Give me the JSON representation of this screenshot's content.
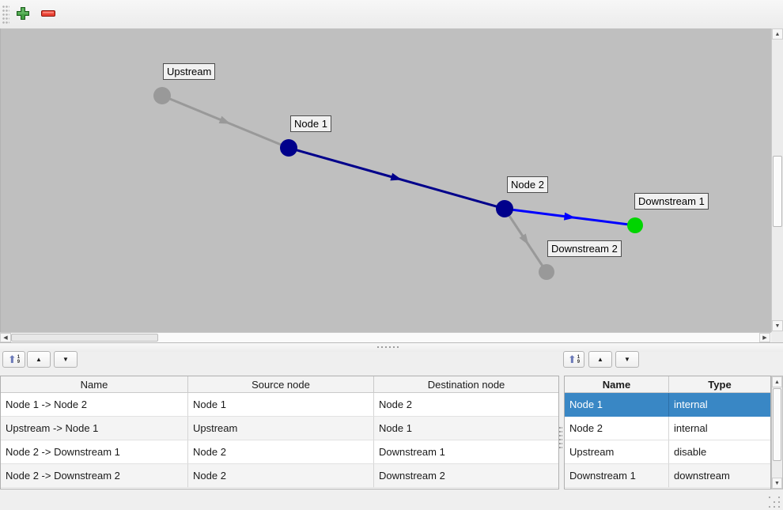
{
  "main_toolbar": {
    "buttons": [
      {
        "icon": "plus-icon",
        "action": "add"
      },
      {
        "icon": "minus-icon",
        "action": "remove"
      }
    ]
  },
  "graph": {
    "nodes": [
      {
        "label": "Upstream",
        "color": "#999999"
      },
      {
        "label": "Node 1",
        "color": "#00008b"
      },
      {
        "label": "Node 2",
        "color": "#00008b"
      },
      {
        "label": "Downstream 1",
        "color": "#00d500"
      },
      {
        "label": "Downstream 2",
        "color": "#999999"
      }
    ],
    "edges": [
      {
        "name": "Upstream -> Node 1",
        "color": "#999999"
      },
      {
        "name": "Node 1 -> Node 2",
        "color": "#00008b"
      },
      {
        "name": "Node 2 -> Downstream 1",
        "color": "#0000ff"
      },
      {
        "name": "Node 2 -> Downstream 2",
        "color": "#999999"
      }
    ]
  },
  "tables": {
    "edges": {
      "columns": [
        "Name",
        "Source node",
        "Destination node"
      ],
      "rows": [
        [
          "Node 1 -> Node 2",
          "Node 1",
          "Node 2"
        ],
        [
          "Upstream -> Node 1",
          "Upstream",
          "Node 1"
        ],
        [
          "Node 2 -> Downstream 1",
          "Node 2",
          "Downstream 1"
        ],
        [
          "Node 2 -> Downstream 2",
          "Node 2",
          "Downstream 2"
        ]
      ]
    },
    "nodes": {
      "columns": [
        "Name",
        "Type"
      ],
      "rows": [
        [
          "Node 1",
          "internal"
        ],
        [
          "Node 2",
          "internal"
        ],
        [
          "Upstream",
          "disable"
        ],
        [
          "Downstream 1",
          "downstream"
        ]
      ],
      "selected_index": 0
    }
  },
  "table_toolbar": {
    "sort_arrow": "⬆",
    "sort_digit_top": "1",
    "sort_digit_bottom": "9",
    "up_glyph": "▲",
    "down_glyph": "▼"
  },
  "scrollbars": {
    "up": "▲",
    "down": "▼",
    "left": "◀",
    "right": "▶"
  },
  "colors": {
    "selection": "#3987c5",
    "canvas_background": "#bfbfbf"
  }
}
